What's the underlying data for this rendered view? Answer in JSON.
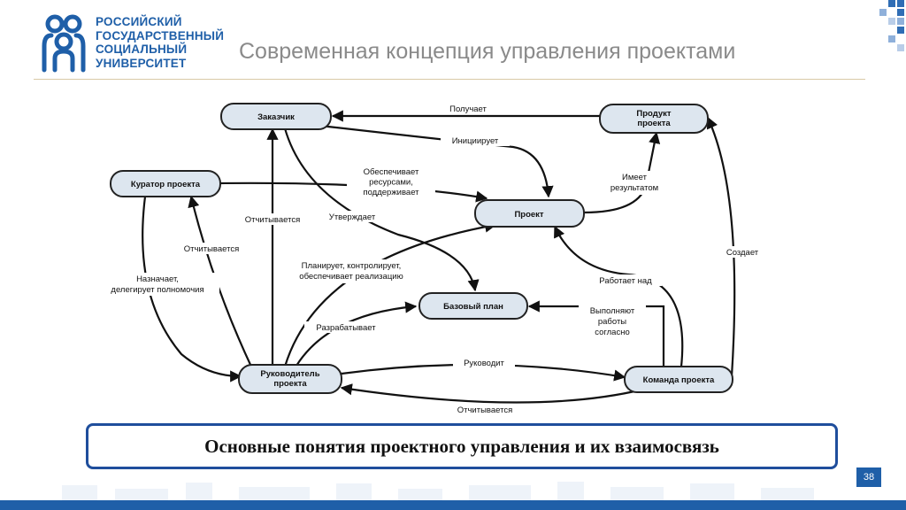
{
  "logo": {
    "lines": [
      "РОССИЙСКИЙ",
      "ГОСУДАРСТВЕННЫЙ",
      "СОЦИАЛЬНЫЙ",
      "УНИВЕРСИТЕТ"
    ]
  },
  "slide": {
    "title": "Современная концепция управления проектами",
    "caption": "Основные понятия проектного управления и их взаимосвязь",
    "page_number": "38"
  },
  "colors": {
    "brand": "#1f5fa8",
    "node_fill": "#dde6ef",
    "caption_border": "#1f4e9c"
  },
  "diagram": {
    "nodes": {
      "zakazchik": [
        "Заказчик"
      ],
      "produkt": [
        "Продукт",
        "проекта"
      ],
      "kurator": [
        "Куратор проекта"
      ],
      "proekt": [
        "Проект"
      ],
      "bazovyi_plan": [
        "Базовый план"
      ],
      "rukovoditel": [
        "Руководитель",
        "проекта"
      ],
      "komanda": [
        "Команда проекта"
      ]
    },
    "edges": {
      "poluchaet": [
        "Получает"
      ],
      "initsiiruet": [
        "Инициирует"
      ],
      "obespechivaet": [
        "Обеспечивает",
        "ресурсами,",
        "поддерживает"
      ],
      "imeet_rezultatom": [
        "Имеет",
        "результатом"
      ],
      "otchityvaetsya_zakazchik": [
        "Отчитывается"
      ],
      "utverzhdaet": [
        "Утверждает"
      ],
      "otchityvaetsya_kurator": [
        "Отчитывается"
      ],
      "naznachaet": [
        "Назначает,",
        "делегирует полномочия"
      ],
      "planiruet": [
        "Планирует, контролирует,",
        "обеспечивает реализацию"
      ],
      "rabotaet_nad": [
        "Работает над"
      ],
      "sozdaet": [
        "Создает"
      ],
      "vypolnyayut": [
        "Выполняют",
        "работы",
        "согласно"
      ],
      "razrabatyvaet": [
        "Разрабатывает"
      ],
      "rukovodit": [
        "Руководит"
      ],
      "otchityvaetsya_komanda": [
        "Отчитывается"
      ]
    }
  }
}
